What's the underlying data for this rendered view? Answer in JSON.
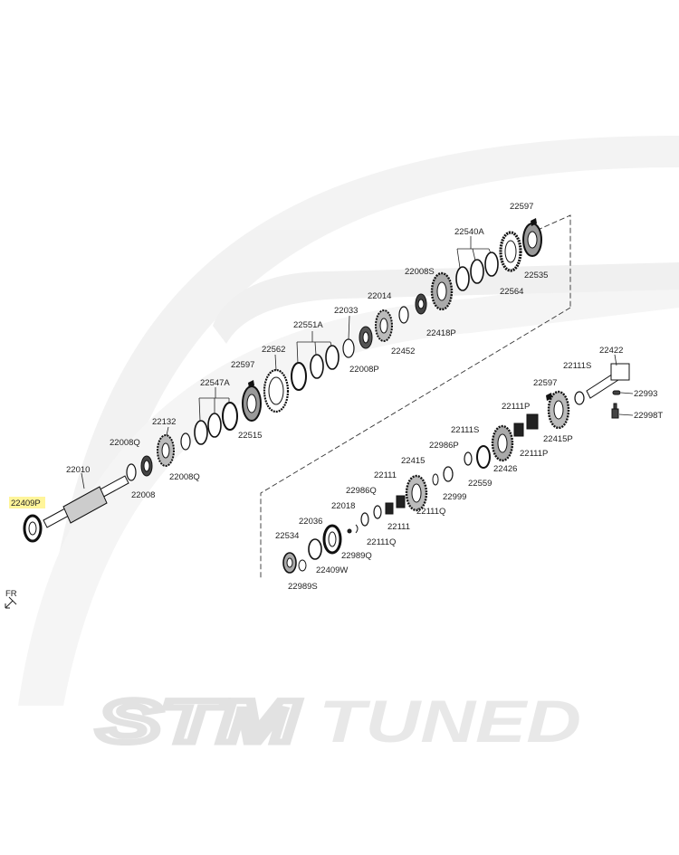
{
  "watermark": {
    "brand_a": "STM",
    "brand_b": "TUNED"
  },
  "direction_marker": "FR",
  "highlighted_part": "22409P",
  "labels": {
    "l22597a": "22597",
    "l22540A": "22540A",
    "l22008S": "22008S",
    "l22564": "22564",
    "l22535": "22535",
    "l22014": "22014",
    "l22033": "22033",
    "l22551A": "22551A",
    "l22418P": "22418P",
    "l22452": "22452",
    "l22562": "22562",
    "l22008Pa": "22008P",
    "l22597b": "22597",
    "l22547A": "22547A",
    "l22132": "22132",
    "l22515": "22515",
    "l22008Q": "22008Q",
    "l22008Qb": "22008Q",
    "l22008": "22008",
    "l22010": "22010",
    "l22409P": "22409P",
    "l22422": "22422",
    "l22111Sa": "22111S",
    "l22993": "22993",
    "l22597c": "22597",
    "l22998T": "22998T",
    "l22111Pa": "22111P",
    "l22415P": "22415P",
    "l22111Sb": "22111S",
    "l22111Pb": "22111P",
    "l22986P": "22986P",
    "l22426": "22426",
    "l22559": "22559",
    "l22415": "22415",
    "l22111a": "22111",
    "l22999": "22999",
    "l22986Q": "22986Q",
    "l22111Q": "22111Q",
    "l22018": "22018",
    "l22111b": "22111",
    "l22036": "22036",
    "l22111Qb": "22111Q",
    "l22534": "22534",
    "l22989Q": "22989Q",
    "l22409W": "22409W",
    "l22989S": "22989S"
  }
}
